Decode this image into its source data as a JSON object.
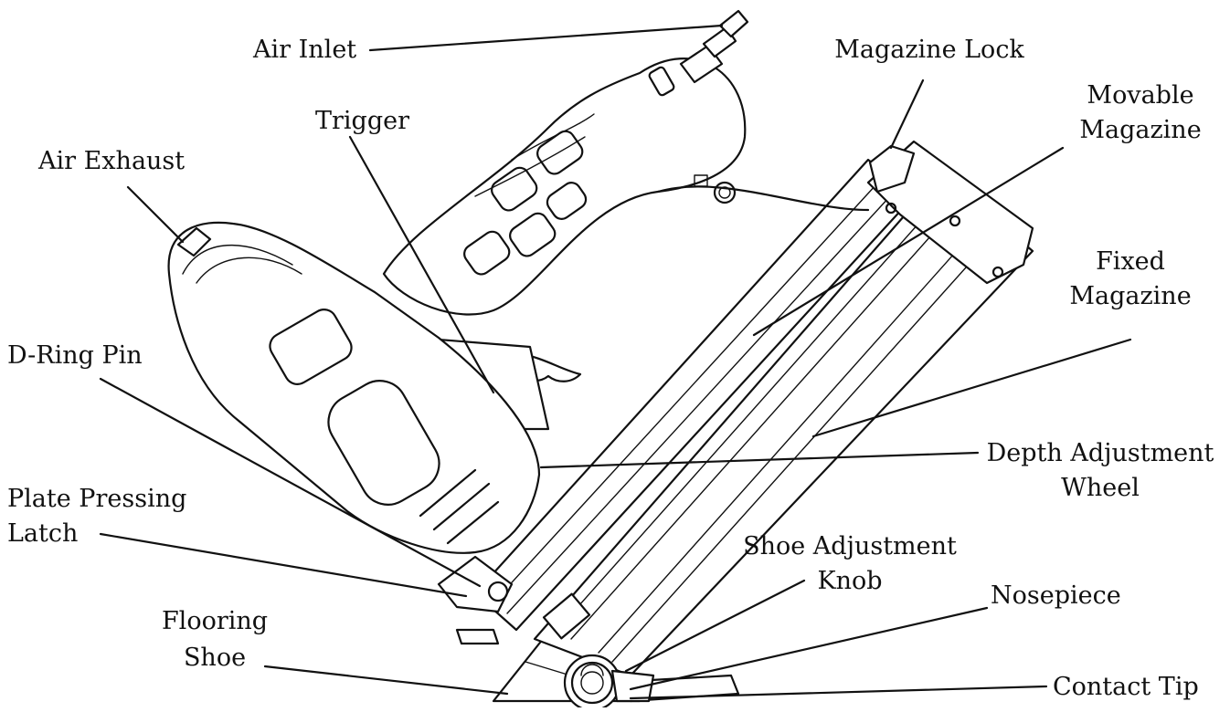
{
  "labels": {
    "air_inlet": "Air Inlet",
    "magazine_lock": "Magazine Lock",
    "movable_magazine_1": "Movable",
    "movable_magazine_2": "Magazine",
    "trigger": "Trigger",
    "air_exhaust": "Air Exhaust",
    "fixed_magazine_1": "Fixed",
    "fixed_magazine_2": "Magazine",
    "d_ring_pin": "D-Ring Pin",
    "depth_adjustment_1": "Depth Adjustment",
    "depth_adjustment_2": "Wheel",
    "plate_pressing_1": "Plate Pressing",
    "plate_pressing_2": "Latch",
    "shoe_adjustment_1": "Shoe Adjustment",
    "shoe_adjustment_2": "Knob",
    "nosepiece": "Nosepiece",
    "flooring_shoe_1": "Flooring",
    "flooring_shoe_2": "Shoe",
    "contact_tip": "Contact Tip"
  }
}
